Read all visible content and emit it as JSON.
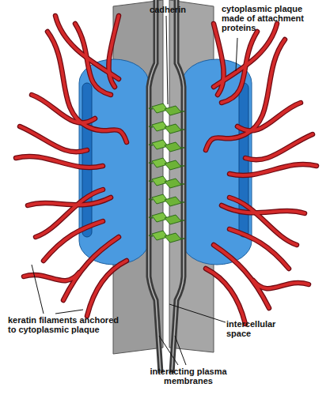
{
  "diagram": {
    "labels": [
      "cadherin",
      "cytoplasmic plaque made of attachment proteins",
      "keratin filaments anchored to cytoplasmic plaque",
      "intercellular space",
      "interacting plasma membranes"
    ]
  }
}
